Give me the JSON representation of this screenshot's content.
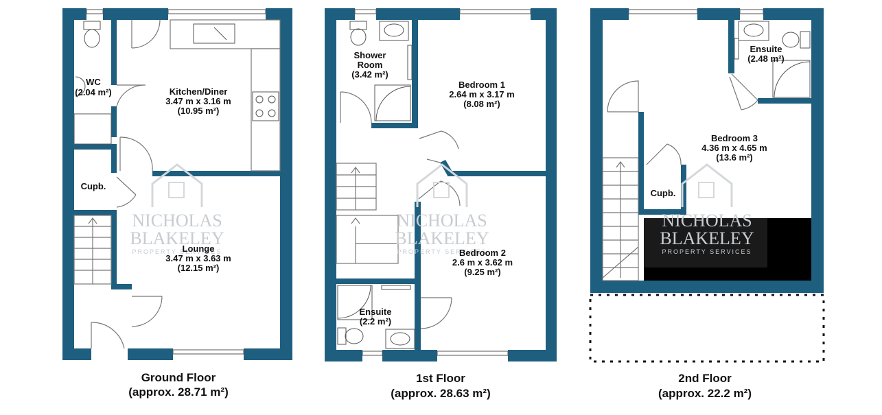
{
  "watermark": {
    "line1": "NICHOLAS",
    "line2": "BLAKELEY",
    "line3": "PROPERTY SERVICES"
  },
  "floors": {
    "ground": {
      "title": "Ground Floor",
      "area": "(approx. 28.71 m²)",
      "rooms": {
        "wc": {
          "name": "WC",
          "area": "(2.04 m²)"
        },
        "kitchen": {
          "name": "Kitchen/Diner",
          "dims": "3.47 m x 3.16 m",
          "area": "(10.95 m²)"
        },
        "cupb": {
          "name": "Cupb."
        },
        "lounge": {
          "name": "Lounge",
          "dims": "3.47 m x 3.63 m",
          "area": "(12.15 m²)"
        }
      }
    },
    "first": {
      "title": "1st Floor",
      "area": "(approx. 28.63 m²)",
      "rooms": {
        "shower": {
          "name1": "Shower",
          "name2": "Room",
          "area": "(3.42 m²)"
        },
        "bed1": {
          "name": "Bedroom 1",
          "dims": "2.64 m x 3.17 m",
          "area": "(8.08 m²)"
        },
        "bed2": {
          "name": "Bedroom 2",
          "dims": "2.6 m x 3.62 m",
          "area": "(9.25 m²)"
        },
        "ensuite": {
          "name": "Ensuite",
          "area": "(2.2 m²)"
        }
      }
    },
    "second": {
      "title": "2nd Floor",
      "area": "(approx. 22.2 m²)",
      "rooms": {
        "ensuite": {
          "name": "Ensuite",
          "area": "(2.48 m²)"
        },
        "bed3": {
          "name": "Bedroom 3",
          "dims": "4.36 m x 4.65 m",
          "area": "(13.6 m²)"
        },
        "cupb": {
          "name": "Cupb."
        }
      }
    }
  },
  "colors": {
    "wall": "#1e5f80",
    "eaves": "#000000"
  }
}
